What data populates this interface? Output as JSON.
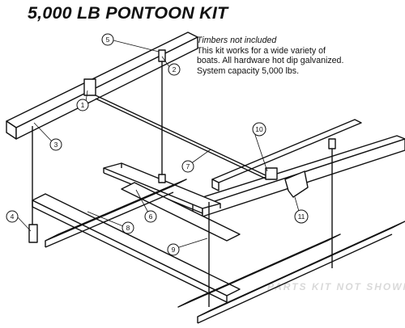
{
  "title": "5,000 LB PONTOON KIT",
  "notes": {
    "timbers": "Timbers not included",
    "line1": "This kit works for a wide variety of",
    "line2": "boats.  All hardware hot dip galvanized.",
    "line3": "System capacity 5,000 lbs."
  },
  "callouts": [
    "1",
    "2",
    "3",
    "4",
    "5",
    "6",
    "7",
    "8",
    "9",
    "10",
    "11"
  ],
  "ghost_text": "PARTS KIT NOT SHOWN"
}
